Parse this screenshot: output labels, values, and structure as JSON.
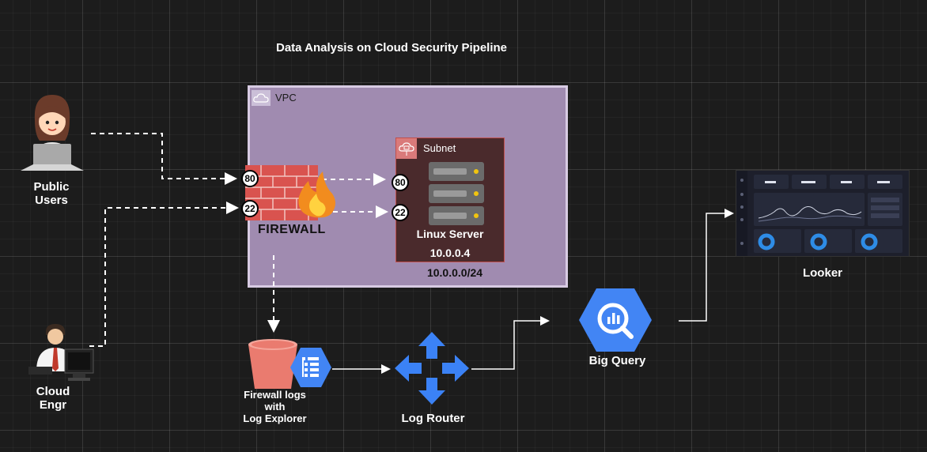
{
  "title": "Data Analysis on Cloud Security Pipeline",
  "vpc": {
    "label": "VPC",
    "firewall_label": "FIREWALL",
    "subnet": {
      "label": "Subnet",
      "server_name": "Linux Server",
      "server_ip": "10.0.0.4",
      "cidr": "10.0.0.0/24"
    },
    "firewall_ports": [
      "80",
      "22"
    ],
    "server_ports": [
      "80",
      "22"
    ]
  },
  "actors": {
    "public_users": [
      "Public",
      "Users"
    ],
    "cloud_engr": [
      "Cloud",
      "Engr"
    ]
  },
  "services": {
    "firewall_logs": [
      "Firewall logs",
      "with",
      "Log Explorer"
    ],
    "log_router": "Log Router",
    "big_query": "Big Query",
    "looker": "Looker"
  },
  "colors": {
    "vpc_fill": "#a08bb0",
    "subnet_fill": "#4a2a2c",
    "bucket": "#ea7b6f",
    "gcp_blue": "#4285f4",
    "router_blue": "#3b82f6"
  },
  "icons": [
    "person-laptop-icon",
    "engineer-computer-icon",
    "firewall-icon",
    "server-icon",
    "bucket-icon",
    "log-explorer-icon",
    "router-icon",
    "bigquery-icon",
    "dashboard-screenshot"
  ]
}
